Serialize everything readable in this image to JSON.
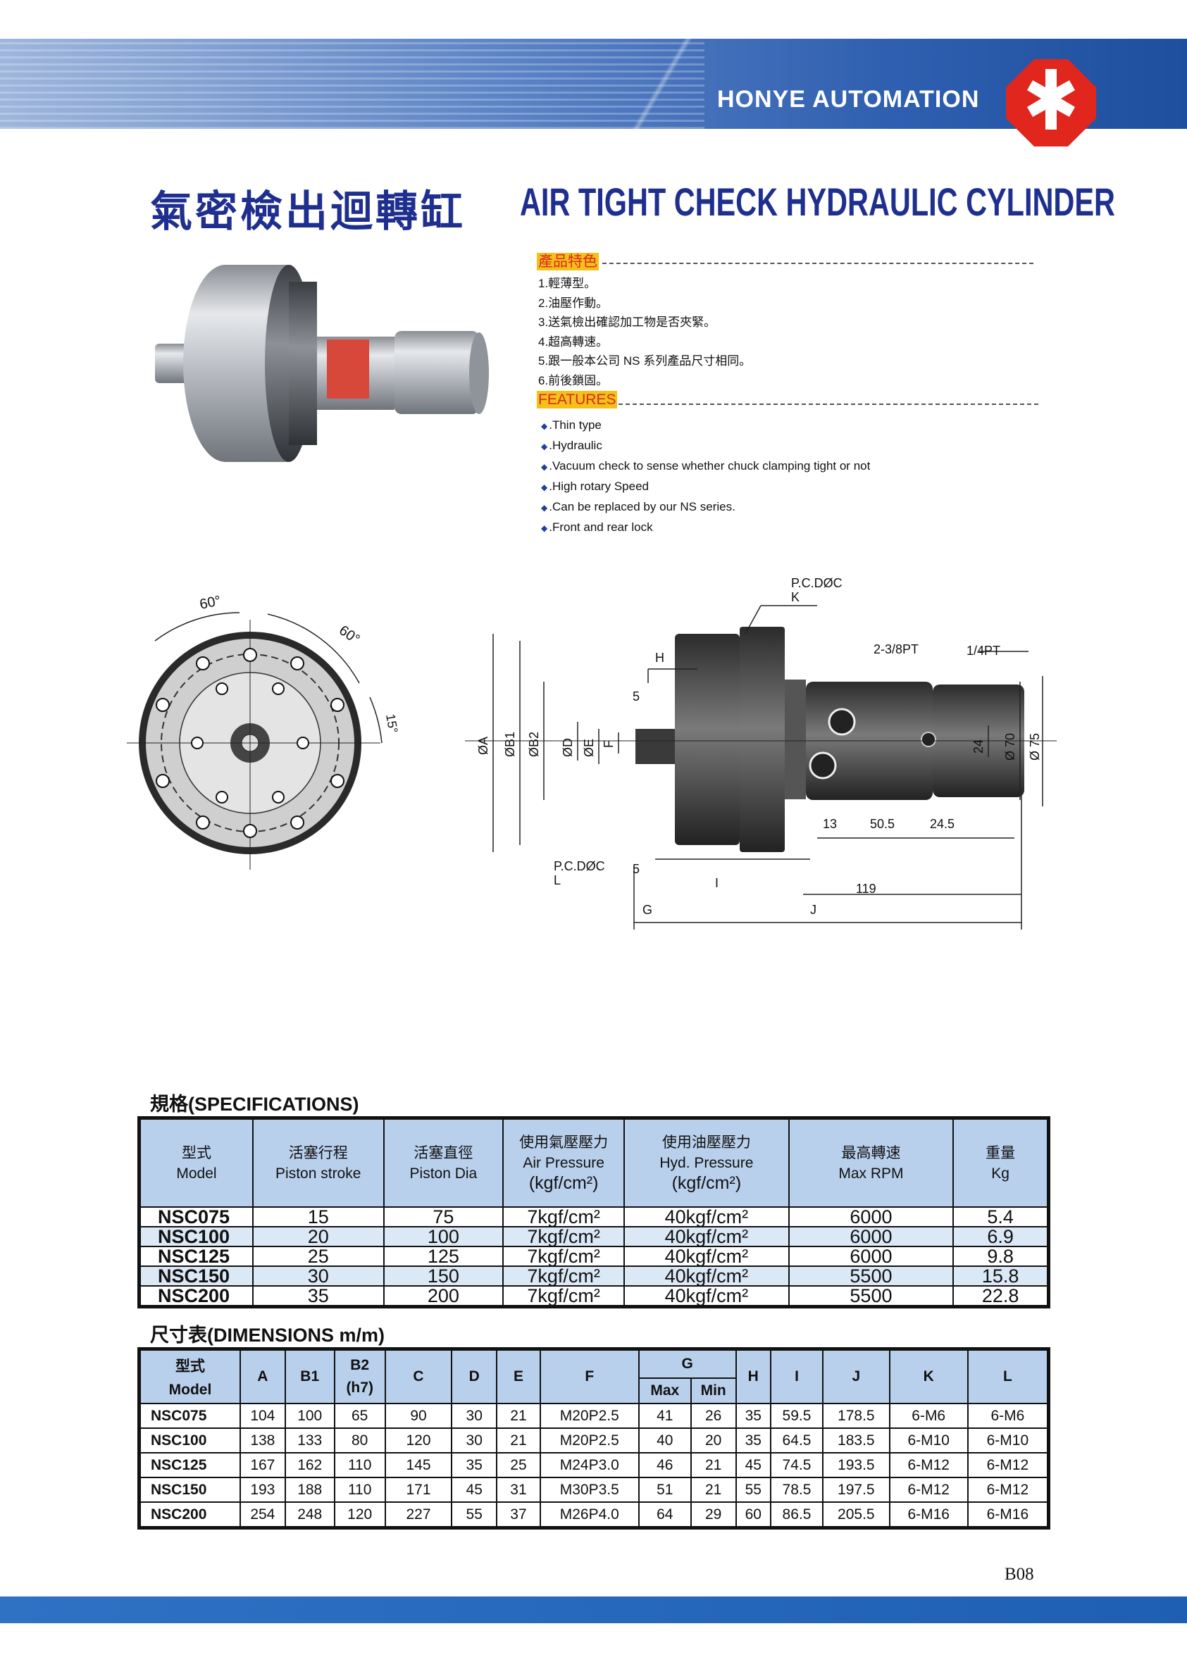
{
  "header": {
    "brand": "HONYE AUTOMATION",
    "logo_icon": "honye-logo-icon",
    "band_color": "#2f5fb0",
    "logo_color": "#e0261d"
  },
  "title": {
    "zh": "氣密檢出迴轉缸",
    "en": "AIR TIGHT CHECK HYDRAULIC CYLINDER"
  },
  "features_zh": {
    "tag": "產品特色",
    "items": [
      "1.輕薄型。",
      "2.油壓作動。",
      "3.送氣檢出確認加工物是否夾緊。",
      "4.超高轉速。",
      "5.跟一般本公司 NS 系列產品尺寸相同。",
      "6.前後鎖固。"
    ]
  },
  "features_en": {
    "tag": "FEATURES",
    "items": [
      ".Thin type",
      ".Hydraulic",
      ".Vacuum check to sense whether chuck clamping tight or not",
      ".High rotary Speed",
      ".Can be replaced by our NS series.",
      ".Front and rear lock"
    ]
  },
  "drawing": {
    "angle1": "60°",
    "angle2": "60°",
    "angle3": "15°",
    "pcd_k": "P.C.DØC",
    "k": "K",
    "pcd_l": "P.C.DØC",
    "l": "L",
    "port1": "2-3/8PT",
    "port2": "1/4PT",
    "h": "H",
    "five_top": "5",
    "five_bot": "5",
    "i": "I",
    "g": "G",
    "j": "J",
    "d119": "119",
    "d13": "13",
    "d50": "50.5",
    "d24_5": "24.5",
    "d24": "24",
    "d70": "Ø 70",
    "d75": "Ø 75",
    "dA": "ØA",
    "dB1": "ØB1",
    "dB2": "ØB2",
    "dD": "ØD",
    "dE": "ØE",
    "dF": "F"
  },
  "specs": {
    "title": "規格(SPECIFICATIONS)",
    "headers": [
      [
        "型式",
        "Model"
      ],
      [
        "活塞行程",
        "Piston  stroke"
      ],
      [
        "活塞直徑",
        "Piston  Dia"
      ],
      [
        "使用氣壓壓力",
        "Air Pressure",
        "(kgf/cm²)"
      ],
      [
        "使用油壓壓力",
        "Hyd. Pressure",
        "(kgf/cm²)"
      ],
      [
        "最高轉速",
        "Max  RPM"
      ],
      [
        "重量",
        "Kg"
      ]
    ],
    "rows": [
      [
        "NSC075",
        "15",
        "75",
        "7kgf/cm²",
        "40kgf/cm²",
        "6000",
        "5.4"
      ],
      [
        "NSC100",
        "20",
        "100",
        "7kgf/cm²",
        "40kgf/cm²",
        "6000",
        "6.9"
      ],
      [
        "NSC125",
        "25",
        "125",
        "7kgf/cm²",
        "40kgf/cm²",
        "6000",
        "9.8"
      ],
      [
        "NSC150",
        "30",
        "150",
        "7kgf/cm²",
        "40kgf/cm²",
        "5500",
        "15.8"
      ],
      [
        "NSC200",
        "35",
        "200",
        "7kgf/cm²",
        "40kgf/cm²",
        "5500",
        "22.8"
      ]
    ]
  },
  "dims": {
    "title": "尺寸表(DIMENSIONS  m/m)",
    "model_zh": "型式",
    "model_en": "Model",
    "cols": [
      "A",
      "B1",
      "B2",
      "(h7)",
      "C",
      "D",
      "E",
      "F",
      "G",
      "Max",
      "Min",
      "H",
      "I",
      "J",
      "K",
      "L"
    ],
    "rows": [
      [
        "NSC075",
        "104",
        "100",
        "65",
        "90",
        "30",
        "21",
        "M20P2.5",
        "41",
        "26",
        "35",
        "59.5",
        "178.5",
        "6-M6",
        "6-M6"
      ],
      [
        "NSC100",
        "138",
        "133",
        "80",
        "120",
        "30",
        "21",
        "M20P2.5",
        "40",
        "20",
        "35",
        "64.5",
        "183.5",
        "6-M10",
        "6-M10"
      ],
      [
        "NSC125",
        "167",
        "162",
        "110",
        "145",
        "35",
        "25",
        "M24P3.0",
        "46",
        "21",
        "45",
        "74.5",
        "193.5",
        "6-M12",
        "6-M12"
      ],
      [
        "NSC150",
        "193",
        "188",
        "110",
        "171",
        "45",
        "31",
        "M30P3.5",
        "51",
        "21",
        "55",
        "78.5",
        "197.5",
        "6-M12",
        "6-M12"
      ],
      [
        "NSC200",
        "254",
        "248",
        "120",
        "227",
        "55",
        "37",
        "M26P4.0",
        "64",
        "29",
        "60",
        "86.5",
        "205.5",
        "6-M16",
        "6-M16"
      ]
    ]
  },
  "page_number": "B08"
}
